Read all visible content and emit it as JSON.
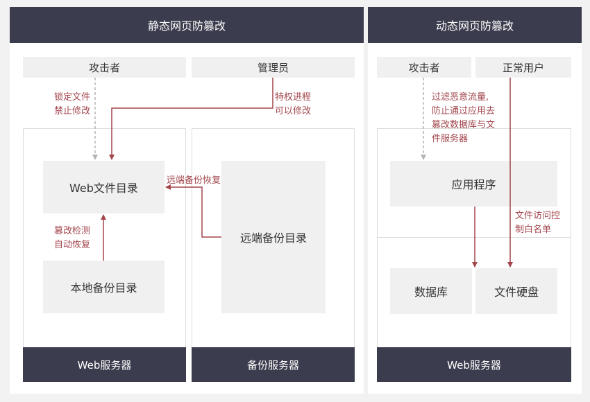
{
  "left": {
    "title": "静态网页防篡改",
    "attacker": "攻击者",
    "admin": "管理员",
    "lock_note": [
      "锁定文件",
      "禁止修改"
    ],
    "priv_note": [
      "特权进程",
      "可以修改"
    ],
    "web_dir": "Web文件目录",
    "remote_restore_note": "远端备份恢复",
    "tamper_note": [
      "篡改检测",
      "自动恢复"
    ],
    "local_backup": "本地备份目录",
    "remote_backup": "远端备份目录",
    "web_server": "Web服务器",
    "backup_server": "备份服务器"
  },
  "right": {
    "title": "动态网页防篡改",
    "attacker": "攻击者",
    "normal_user": "正常用户",
    "filter_note": [
      "过滤恶意流量,",
      "防止通过应用去",
      "篡改数据库与文",
      "件服务器"
    ],
    "app": "应用程序",
    "whitelist_note": [
      "文件访问控",
      "制白名单"
    ],
    "database": "数据库",
    "file_disk": "文件硬盘",
    "web_server": "Web服务器"
  },
  "colors": {
    "header_bg": "#3b3d4e",
    "box_bg": "#f0f0f0",
    "accent_red": "#a2454c",
    "arrow_gray": "#b4b4b4"
  }
}
